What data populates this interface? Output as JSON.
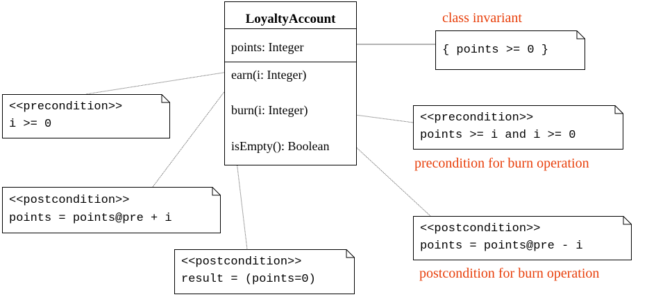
{
  "class": {
    "name": "LoyaltyAccount",
    "attribute": "points: Integer",
    "operations": [
      "earn(i: Integer)",
      "burn(i: Integer)",
      "isEmpty(): Boolean"
    ]
  },
  "notes": {
    "invariant": {
      "line1": "{ points >= 0 }"
    },
    "earn_pre": {
      "line1": "<<precondition>>",
      "line2": "i >= 0"
    },
    "earn_post": {
      "line1": "<<postcondition>>",
      "line2": "points = points@pre + i"
    },
    "isempty_post": {
      "line1": "<<postcondition>>",
      "line2": "result = (points=0)"
    },
    "burn_pre": {
      "line1": "<<precondition>>",
      "line2": "points >= i and i >= 0"
    },
    "burn_post": {
      "line1": "<<postcondition>>",
      "line2": "points = points@pre - i"
    }
  },
  "labels": {
    "class_invariant": "class invariant",
    "burn_pre": "precondition for burn operation",
    "burn_post": "postcondition for burn operation"
  },
  "colors": {
    "label": "#e8400c",
    "line": "#000000"
  }
}
